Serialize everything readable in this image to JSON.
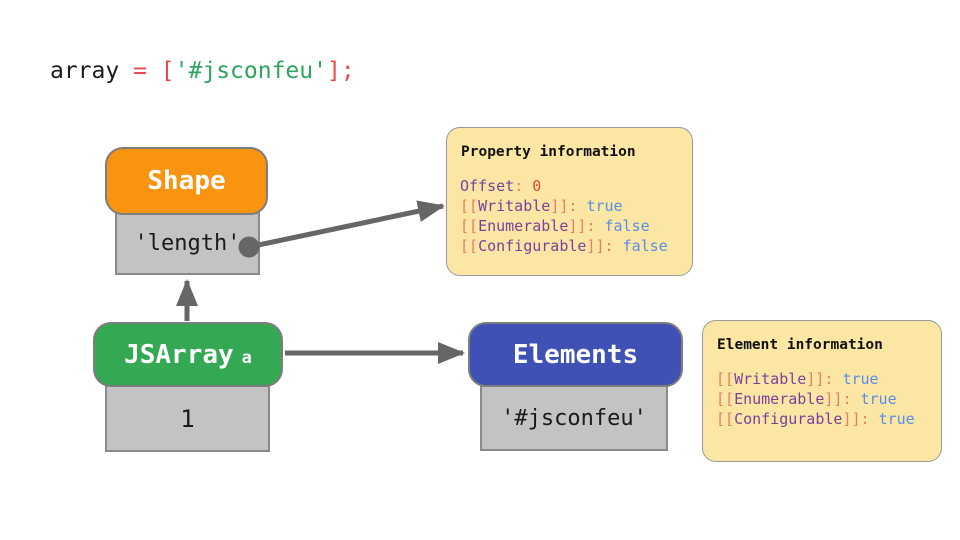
{
  "colors": {
    "orange": "#F8940F",
    "green": "#34A853",
    "blue": "#3F51B5",
    "gray_fill": "#C3C3C3",
    "gray_border": "#8A8A8A",
    "note_fill": "#FBE7A3",
    "note_border": "#999999",
    "arrow": "#666666",
    "codeBlack": "#1C1C1C",
    "codeRed": "#E94B4B",
    "codeGreen": "#2EA45F",
    "propName": "#7E3F9D",
    "bracket": "#EC7B6B",
    "boolBlue": "#5B8DE8",
    "numRed": "#DB4A3C",
    "slotText": "#1A1A1A"
  },
  "code_line": {
    "text": "array = ['#jsconfeu'];",
    "tokens": [
      {
        "t": "array ",
        "c": "codeBlack"
      },
      {
        "t": "= ",
        "c": "codeRed"
      },
      {
        "t": "[",
        "c": "codeRed"
      },
      {
        "t": "'#jsconfeu'",
        "c": "codeGreen"
      },
      {
        "t": "]",
        "c": "codeRed"
      },
      {
        "t": ";",
        "c": "codeRed"
      }
    ]
  },
  "nodes": {
    "shape": {
      "label": "Shape",
      "slot_value": "'length'"
    },
    "jsarray": {
      "label": "JSArray",
      "subscript": "a",
      "slot_value": "1"
    },
    "elements": {
      "label": "Elements",
      "slot_value": "'#jsconfeu'"
    }
  },
  "property_info": {
    "title": "Property information",
    "lines": [
      [
        {
          "t": "Offset",
          "c": "propName"
        },
        {
          "t": ": ",
          "c": "bracket"
        },
        {
          "t": "0",
          "c": "numRed"
        }
      ],
      [
        {
          "t": "[[",
          "c": "bracket"
        },
        {
          "t": "Writable",
          "c": "propName"
        },
        {
          "t": "]]",
          "c": "bracket"
        },
        {
          "t": ": ",
          "c": "bracket"
        },
        {
          "t": "true",
          "c": "boolBlue"
        }
      ],
      [
        {
          "t": "[[",
          "c": "bracket"
        },
        {
          "t": "Enumerable",
          "c": "propName"
        },
        {
          "t": "]]",
          "c": "bracket"
        },
        {
          "t": ": ",
          "c": "bracket"
        },
        {
          "t": "false",
          "c": "boolBlue"
        }
      ],
      [
        {
          "t": "[[",
          "c": "bracket"
        },
        {
          "t": "Configurable",
          "c": "propName"
        },
        {
          "t": "]]",
          "c": "bracket"
        },
        {
          "t": ": ",
          "c": "bracket"
        },
        {
          "t": "false",
          "c": "boolBlue"
        }
      ]
    ]
  },
  "element_info": {
    "title": "Element information",
    "lines": [
      [
        {
          "t": "[[",
          "c": "bracket"
        },
        {
          "t": "Writable",
          "c": "propName"
        },
        {
          "t": "]]",
          "c": "bracket"
        },
        {
          "t": ": ",
          "c": "bracket"
        },
        {
          "t": "true",
          "c": "boolBlue"
        }
      ],
      [
        {
          "t": "[[",
          "c": "bracket"
        },
        {
          "t": "Enumerable",
          "c": "propName"
        },
        {
          "t": "]]",
          "c": "bracket"
        },
        {
          "t": ": ",
          "c": "bracket"
        },
        {
          "t": "true",
          "c": "boolBlue"
        }
      ],
      [
        {
          "t": "[[",
          "c": "bracket"
        },
        {
          "t": "Configurable",
          "c": "propName"
        },
        {
          "t": "]]",
          "c": "bracket"
        },
        {
          "t": ": ",
          "c": "bracket"
        },
        {
          "t": "true",
          "c": "boolBlue"
        }
      ]
    ]
  }
}
